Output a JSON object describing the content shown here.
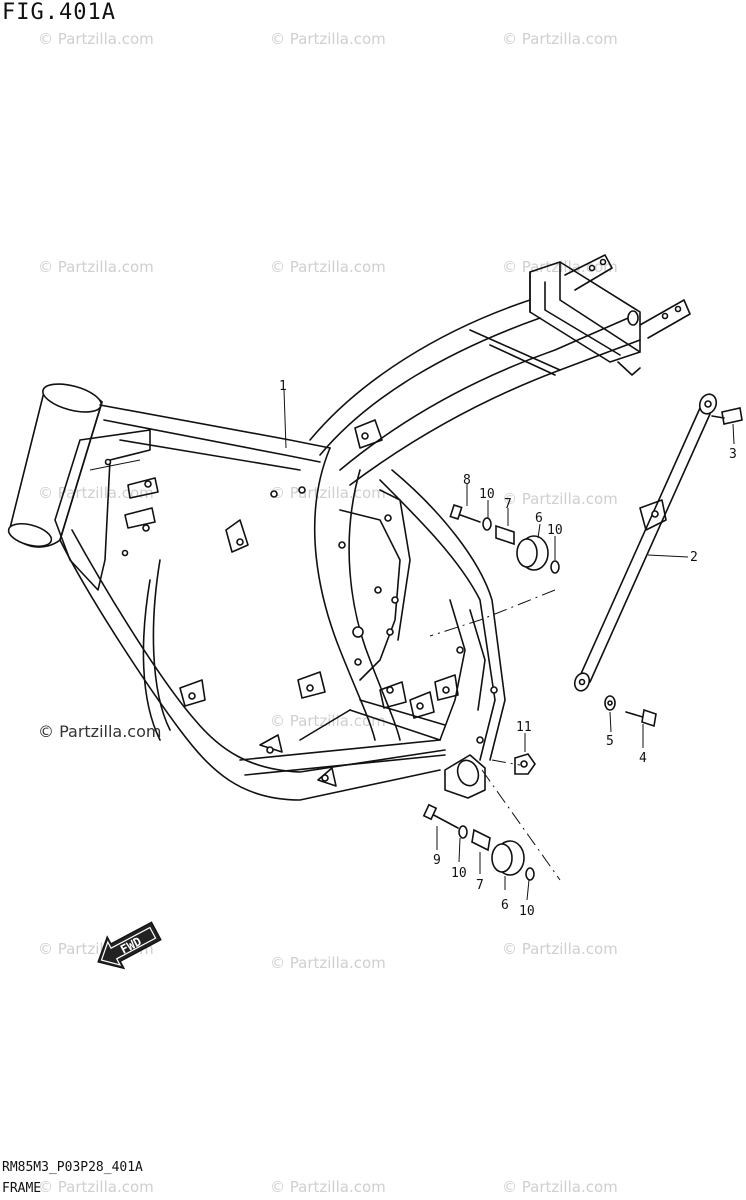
{
  "figure": {
    "title": "FIG.401A",
    "code": "RM85M3_P03P28_401A",
    "name": "FRAME"
  },
  "watermark": {
    "text": "© Partzilla.com",
    "main_text": "© Partzilla.com"
  },
  "arrow": {
    "label": "FWD"
  },
  "callouts": [
    {
      "id": "c1",
      "label": "1"
    },
    {
      "id": "c2",
      "label": "2"
    },
    {
      "id": "c3",
      "label": "3"
    },
    {
      "id": "c4",
      "label": "4"
    },
    {
      "id": "c5",
      "label": "5"
    },
    {
      "id": "c6a",
      "label": "6"
    },
    {
      "id": "c6b",
      "label": "6"
    },
    {
      "id": "c7a",
      "label": "7"
    },
    {
      "id": "c7b",
      "label": "7"
    },
    {
      "id": "c8",
      "label": "8"
    },
    {
      "id": "c9",
      "label": "9"
    },
    {
      "id": "c10a",
      "label": "10"
    },
    {
      "id": "c10b",
      "label": "10"
    },
    {
      "id": "c10c",
      "label": "10"
    },
    {
      "id": "c10d",
      "label": "10"
    },
    {
      "id": "c11",
      "label": "11"
    }
  ]
}
